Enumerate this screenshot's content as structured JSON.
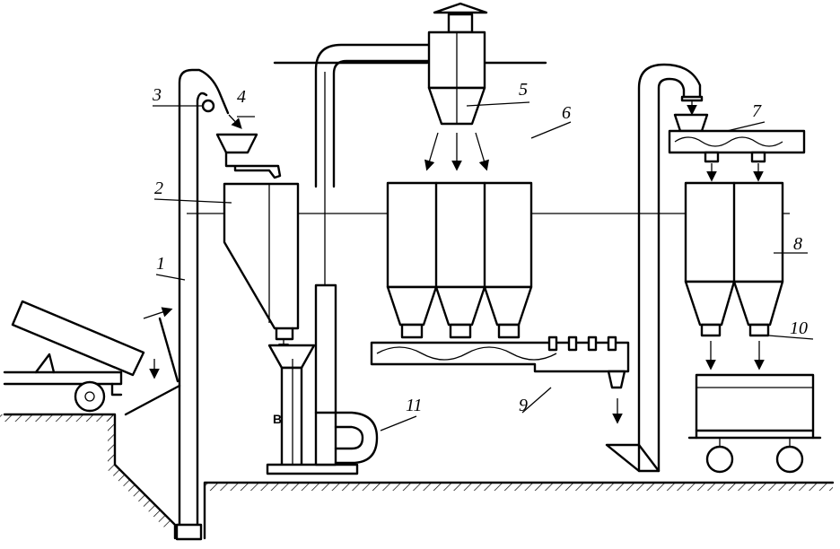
{
  "labels": {
    "l1": "1",
    "l2": "2",
    "l3": "3",
    "l4": "4",
    "l5": "5",
    "l6": "6",
    "l7": "7",
    "l8": "8",
    "l9": "9",
    "l10": "10",
    "l11": "11",
    "mark_b": "B"
  },
  "colors": {
    "ink": "#000000",
    "paper": "#ffffff"
  }
}
